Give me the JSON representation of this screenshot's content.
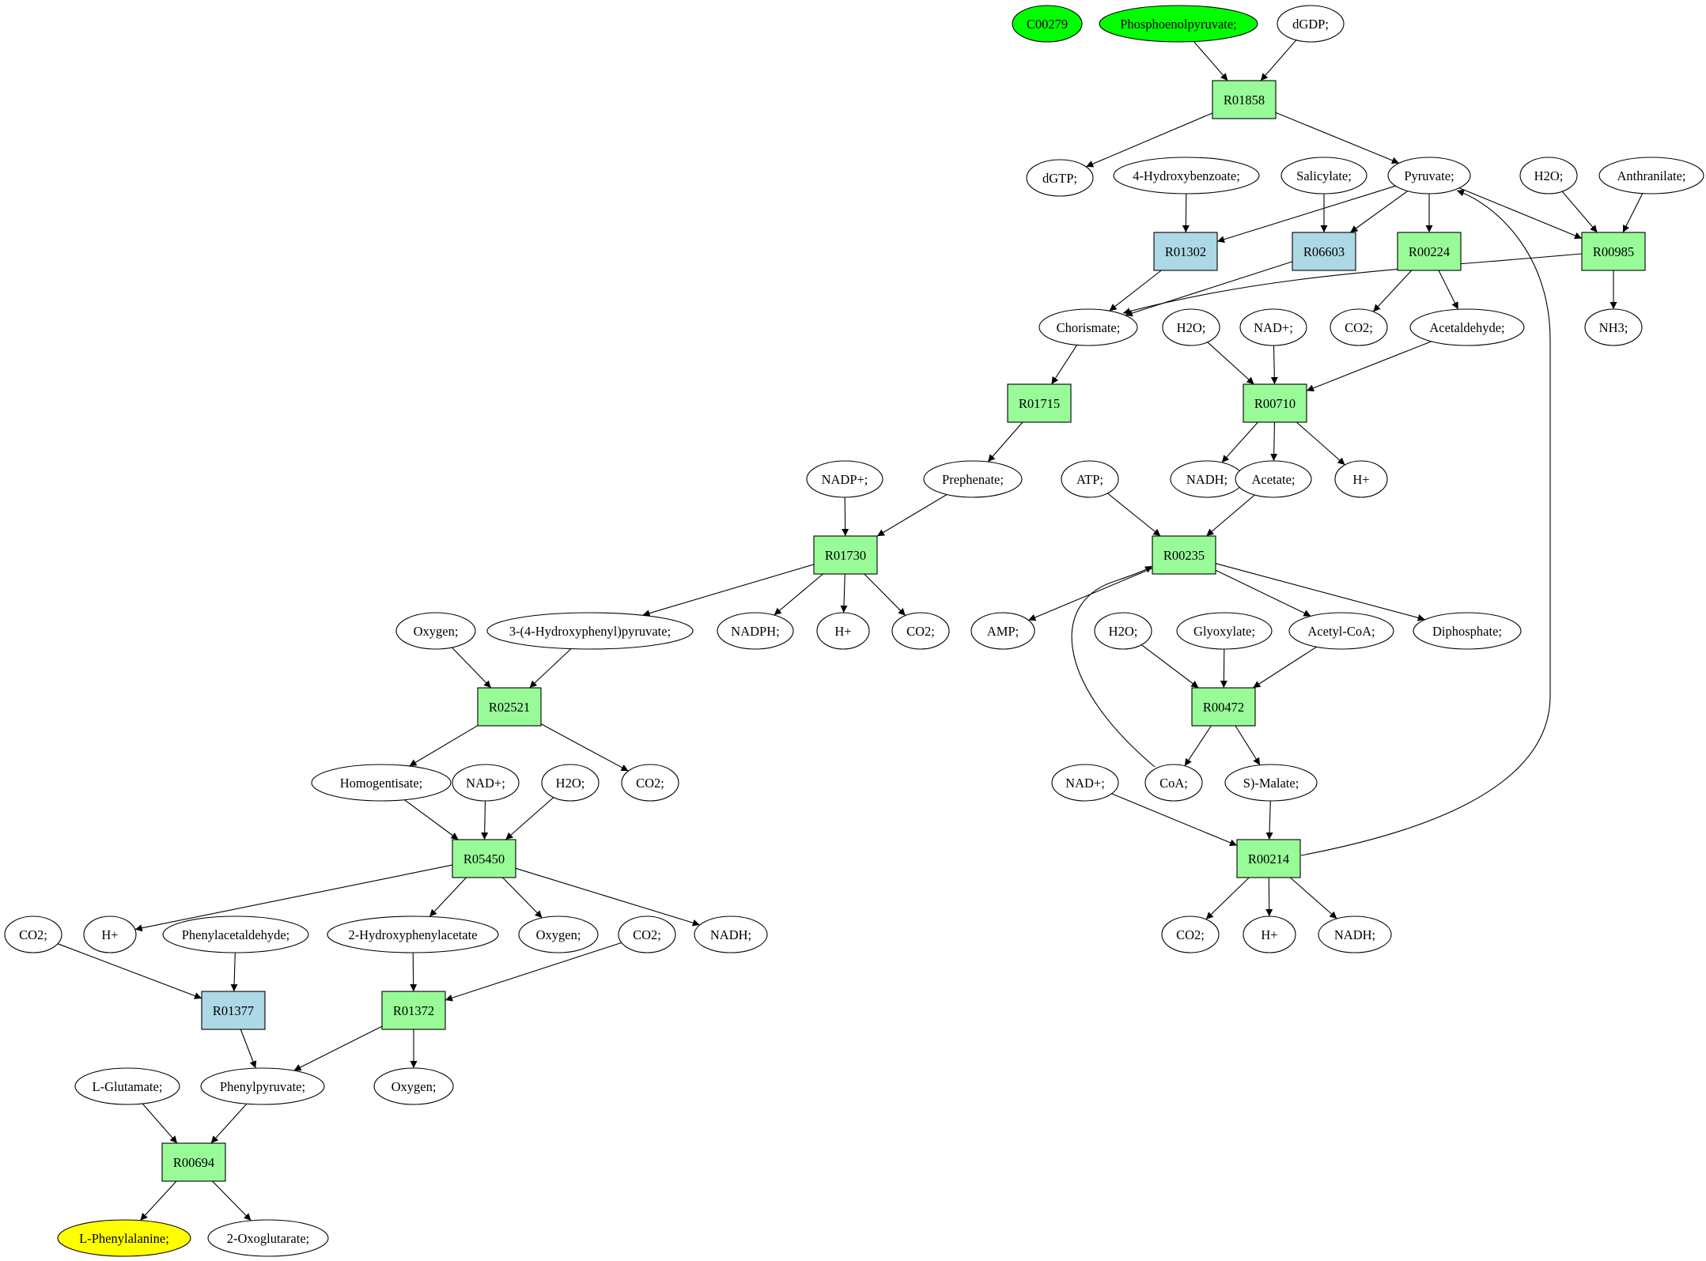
{
  "colors": {
    "start": "#00ff00",
    "target": "#ffff00",
    "reaction_green": "#98fb98",
    "reaction_blue": "#add8e6",
    "compound": "#ffffff"
  },
  "nodes": [
    {
      "id": "c00279",
      "label": "C00279",
      "kind": "compound",
      "fill": "start"
    },
    {
      "id": "pep",
      "label": "Phosphoenolpyruvate;",
      "kind": "compound",
      "fill": "start"
    },
    {
      "id": "dgdp",
      "label": "dGDP;",
      "kind": "compound",
      "fill": "compound"
    },
    {
      "id": "r01858",
      "label": "R01858",
      "kind": "reaction",
      "fill": "reaction_green"
    },
    {
      "id": "dgtp",
      "label": "dGTP;",
      "kind": "compound",
      "fill": "compound"
    },
    {
      "id": "hbz",
      "label": "4-Hydroxybenzoate;",
      "kind": "compound",
      "fill": "compound"
    },
    {
      "id": "sal",
      "label": "Salicylate;",
      "kind": "compound",
      "fill": "compound"
    },
    {
      "id": "pyr",
      "label": "Pyruvate;",
      "kind": "compound",
      "fill": "compound"
    },
    {
      "id": "h2o_a",
      "label": "H2O;",
      "kind": "compound",
      "fill": "compound"
    },
    {
      "id": "anth",
      "label": "Anthranilate;",
      "kind": "compound",
      "fill": "compound"
    },
    {
      "id": "r01302",
      "label": "R01302",
      "kind": "reaction",
      "fill": "reaction_blue"
    },
    {
      "id": "r06603",
      "label": "R06603",
      "kind": "reaction",
      "fill": "reaction_blue"
    },
    {
      "id": "r00224",
      "label": "R00224",
      "kind": "reaction",
      "fill": "reaction_green"
    },
    {
      "id": "r00985",
      "label": "R00985",
      "kind": "reaction",
      "fill": "reaction_green"
    },
    {
      "id": "chor",
      "label": "Chorismate;",
      "kind": "compound",
      "fill": "compound"
    },
    {
      "id": "h2o_b",
      "label": "H2O;",
      "kind": "compound",
      "fill": "compound"
    },
    {
      "id": "nad_a",
      "label": "NAD+;",
      "kind": "compound",
      "fill": "compound"
    },
    {
      "id": "co2_a",
      "label": "CO2;",
      "kind": "compound",
      "fill": "compound"
    },
    {
      "id": "acald",
      "label": "Acetaldehyde;",
      "kind": "compound",
      "fill": "compound"
    },
    {
      "id": "nh3",
      "label": "NH3;",
      "kind": "compound",
      "fill": "compound"
    },
    {
      "id": "r01715",
      "label": "R01715",
      "kind": "reaction",
      "fill": "reaction_green"
    },
    {
      "id": "r00710",
      "label": "R00710",
      "kind": "reaction",
      "fill": "reaction_green"
    },
    {
      "id": "nadp",
      "label": "NADP+;",
      "kind": "compound",
      "fill": "compound"
    },
    {
      "id": "preph",
      "label": "Prephenate;",
      "kind": "compound",
      "fill": "compound"
    },
    {
      "id": "atp",
      "label": "ATP;",
      "kind": "compound",
      "fill": "compound"
    },
    {
      "id": "nadh_a",
      "label": "NADH;",
      "kind": "compound",
      "fill": "compound"
    },
    {
      "id": "acet",
      "label": "Acetate;",
      "kind": "compound",
      "fill": "compound"
    },
    {
      "id": "hplus_a",
      "label": "H+",
      "kind": "compound",
      "fill": "compound"
    },
    {
      "id": "r01730",
      "label": "R01730",
      "kind": "reaction",
      "fill": "reaction_green"
    },
    {
      "id": "r00235",
      "label": "R00235",
      "kind": "reaction",
      "fill": "reaction_green"
    },
    {
      "id": "oxy_a",
      "label": "Oxygen;",
      "kind": "compound",
      "fill": "compound"
    },
    {
      "id": "hpp",
      "label": "3-(4-Hydroxyphenyl)pyruvate;",
      "kind": "compound",
      "fill": "compound"
    },
    {
      "id": "nadph",
      "label": "NADPH;",
      "kind": "compound",
      "fill": "compound"
    },
    {
      "id": "hplus_b",
      "label": "H+",
      "kind": "compound",
      "fill": "compound"
    },
    {
      "id": "co2_b",
      "label": "CO2;",
      "kind": "compound",
      "fill": "compound"
    },
    {
      "id": "amp",
      "label": "AMP;",
      "kind": "compound",
      "fill": "compound"
    },
    {
      "id": "h2o_c",
      "label": "H2O;",
      "kind": "compound",
      "fill": "compound"
    },
    {
      "id": "glyox",
      "label": "Glyoxylate;",
      "kind": "compound",
      "fill": "compound"
    },
    {
      "id": "acoa",
      "label": "Acetyl-CoA;",
      "kind": "compound",
      "fill": "compound"
    },
    {
      "id": "diph",
      "label": "Diphosphate;",
      "kind": "compound",
      "fill": "compound"
    },
    {
      "id": "r02521",
      "label": "R02521",
      "kind": "reaction",
      "fill": "reaction_green"
    },
    {
      "id": "r00472",
      "label": "R00472",
      "kind": "reaction",
      "fill": "reaction_green"
    },
    {
      "id": "homog",
      "label": "Homogentisate;",
      "kind": "compound",
      "fill": "compound"
    },
    {
      "id": "nad_b",
      "label": "NAD+;",
      "kind": "compound",
      "fill": "compound"
    },
    {
      "id": "h2o_d",
      "label": "H2O;",
      "kind": "compound",
      "fill": "compound"
    },
    {
      "id": "co2_c",
      "label": "CO2;",
      "kind": "compound",
      "fill": "compound"
    },
    {
      "id": "nad_c",
      "label": "NAD+;",
      "kind": "compound",
      "fill": "compound"
    },
    {
      "id": "coa",
      "label": "CoA;",
      "kind": "compound",
      "fill": "compound"
    },
    {
      "id": "smal",
      "label": "S)-Malate;",
      "kind": "compound",
      "fill": "compound"
    },
    {
      "id": "r05450",
      "label": "R05450",
      "kind": "reaction",
      "fill": "reaction_green"
    },
    {
      "id": "r00214",
      "label": "R00214",
      "kind": "reaction",
      "fill": "reaction_green"
    },
    {
      "id": "co2_d",
      "label": "CO2;",
      "kind": "compound",
      "fill": "compound"
    },
    {
      "id": "hplus_c",
      "label": "H+",
      "kind": "compound",
      "fill": "compound"
    },
    {
      "id": "phald",
      "label": "Phenylacetaldehyde;",
      "kind": "compound",
      "fill": "compound"
    },
    {
      "id": "hpa",
      "label": "2-Hydroxyphenylacetate",
      "kind": "compound",
      "fill": "compound"
    },
    {
      "id": "oxy_b",
      "label": "Oxygen;",
      "kind": "compound",
      "fill": "compound"
    },
    {
      "id": "co2_e",
      "label": "CO2;",
      "kind": "compound",
      "fill": "compound"
    },
    {
      "id": "nadh_b",
      "label": "NADH;",
      "kind": "compound",
      "fill": "compound"
    },
    {
      "id": "co2_f",
      "label": "CO2;",
      "kind": "compound",
      "fill": "compound"
    },
    {
      "id": "hplus_d",
      "label": "H+",
      "kind": "compound",
      "fill": "compound"
    },
    {
      "id": "nadh_c",
      "label": "NADH;",
      "kind": "compound",
      "fill": "compound"
    },
    {
      "id": "r01377",
      "label": "R01377",
      "kind": "reaction",
      "fill": "reaction_blue"
    },
    {
      "id": "r01372",
      "label": "R01372",
      "kind": "reaction",
      "fill": "reaction_green"
    },
    {
      "id": "lglu",
      "label": "L-Glutamate;",
      "kind": "compound",
      "fill": "compound"
    },
    {
      "id": "phpyr",
      "label": "Phenylpyruvate;",
      "kind": "compound",
      "fill": "compound"
    },
    {
      "id": "oxy_c",
      "label": "Oxygen;",
      "kind": "compound",
      "fill": "compound"
    },
    {
      "id": "r00694",
      "label": "R00694",
      "kind": "reaction",
      "fill": "reaction_green"
    },
    {
      "id": "lphe",
      "label": "L-Phenylalanine;",
      "kind": "compound",
      "fill": "target"
    },
    {
      "id": "oxog",
      "label": "2-Oxoglutarate;",
      "kind": "compound",
      "fill": "compound"
    }
  ],
  "edges": [
    [
      "pep",
      "r01858"
    ],
    [
      "dgdp",
      "r01858"
    ],
    [
      "r01858",
      "dgtp"
    ],
    [
      "r01858",
      "pyr"
    ],
    [
      "hbz",
      "r01302"
    ],
    [
      "pyr",
      "r01302"
    ],
    [
      "sal",
      "r06603"
    ],
    [
      "pyr",
      "r06603"
    ],
    [
      "pyr",
      "r00224"
    ],
    [
      "pyr",
      "r00985"
    ],
    [
      "h2o_a",
      "r00985"
    ],
    [
      "anth",
      "r00985"
    ],
    [
      "r01302",
      "chor"
    ],
    [
      "r06603",
      "chor"
    ],
    [
      "r00985",
      "chor"
    ],
    [
      "r00985",
      "nh3"
    ],
    [
      "r00224",
      "co2_a"
    ],
    [
      "r00224",
      "acald"
    ],
    [
      "chor",
      "r01715"
    ],
    [
      "h2o_b",
      "r00710"
    ],
    [
      "nad_a",
      "r00710"
    ],
    [
      "acald",
      "r00710"
    ],
    [
      "r01715",
      "preph"
    ],
    [
      "r00710",
      "nadh_a"
    ],
    [
      "r00710",
      "acet"
    ],
    [
      "r00710",
      "hplus_a"
    ],
    [
      "nadp",
      "r01730"
    ],
    [
      "preph",
      "r01730"
    ],
    [
      "atp",
      "r00235"
    ],
    [
      "acet",
      "r00235"
    ],
    [
      "r01730",
      "hpp"
    ],
    [
      "r01730",
      "nadph"
    ],
    [
      "r01730",
      "hplus_b"
    ],
    [
      "r01730",
      "co2_b"
    ],
    [
      "r00235",
      "amp"
    ],
    [
      "r00235",
      "acoa"
    ],
    [
      "r00235",
      "diph"
    ],
    [
      "oxy_a",
      "r02521"
    ],
    [
      "hpp",
      "r02521"
    ],
    [
      "h2o_c",
      "r00472"
    ],
    [
      "glyox",
      "r00472"
    ],
    [
      "acoa",
      "r00472"
    ],
    [
      "r02521",
      "homog"
    ],
    [
      "r02521",
      "co2_c"
    ],
    [
      "r00472",
      "coa"
    ],
    [
      "r00472",
      "smal"
    ],
    [
      "coa",
      "r00235"
    ],
    [
      "homog",
      "r05450"
    ],
    [
      "nad_b",
      "r05450"
    ],
    [
      "h2o_d",
      "r05450"
    ],
    [
      "nad_c",
      "r00214"
    ],
    [
      "smal",
      "r00214"
    ],
    [
      "r00214",
      "pyr"
    ],
    [
      "r00214",
      "co2_d"
    ],
    [
      "r00214",
      "hplus_c"
    ],
    [
      "r00214",
      "nadh_c"
    ],
    [
      "r05450",
      "hplus_d"
    ],
    [
      "r05450",
      "hpa"
    ],
    [
      "r05450",
      "oxy_b"
    ],
    [
      "r05450",
      "nadh_b"
    ],
    [
      "co2_f",
      "r01377"
    ],
    [
      "phald",
      "r01377"
    ],
    [
      "hpa",
      "r01372"
    ],
    [
      "co2_e",
      "r01372"
    ],
    [
      "r01377",
      "phpyr"
    ],
    [
      "r01372",
      "phpyr"
    ],
    [
      "r01372",
      "oxy_c"
    ],
    [
      "lglu",
      "r00694"
    ],
    [
      "phpyr",
      "r00694"
    ],
    [
      "r00694",
      "lphe"
    ],
    [
      "r00694",
      "oxog"
    ]
  ]
}
